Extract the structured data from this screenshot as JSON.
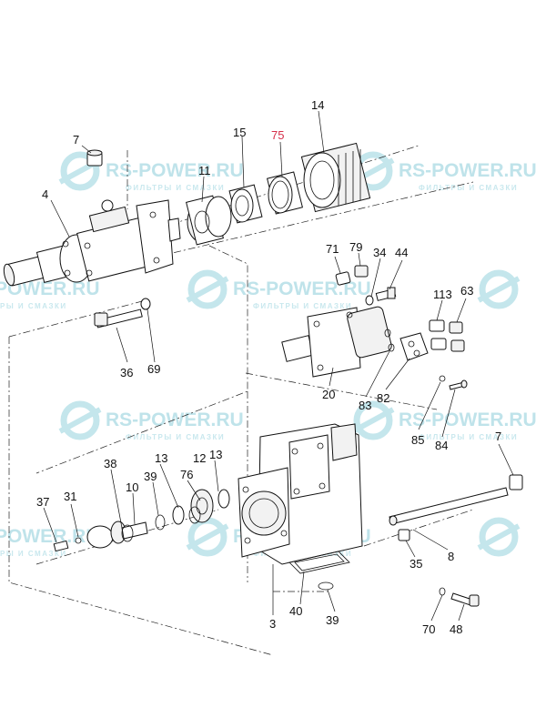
{
  "watermark": {
    "brand": "RS-POWER.RU",
    "brand_partial": "POWER.RU",
    "tagline": "ФИЛЬТРЫ И СМАЗКИ",
    "tagline_partial": "РЫ И СМАЗКИ",
    "color": "#bfe3ea"
  },
  "callouts": {
    "p7a": "7",
    "p4": "4",
    "p11": "11",
    "p15": "15",
    "p75": "75",
    "p14": "14",
    "p71": "71",
    "p79": "79",
    "p34": "34",
    "p44": "44",
    "p113": "113",
    "p63": "63",
    "p36": "36",
    "p69": "69",
    "p20": "20",
    "p83": "83",
    "p82": "82",
    "p85": "85",
    "p84": "84",
    "p7b": "7",
    "p38": "38",
    "p13a": "13",
    "p12": "12",
    "p13b": "13",
    "p37": "37",
    "p31": "31",
    "p10": "10",
    "p39a": "39",
    "p76": "76",
    "p8": "8",
    "p35": "35",
    "p3": "3",
    "p40": "40",
    "p39b": "39",
    "p70": "70",
    "p48": "48"
  },
  "highlight_color": "#d6304a"
}
